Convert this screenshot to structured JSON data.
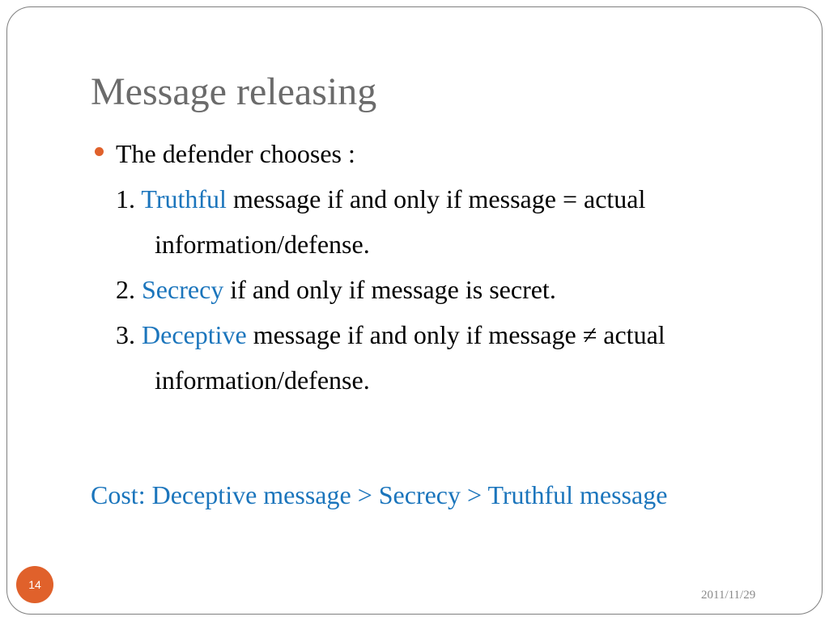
{
  "slide": {
    "title": "Message releasing",
    "bullet_text": "The defender chooses :",
    "items": [
      {
        "number": "1. ",
        "keyword": "Truthful",
        "rest": " message if and only if message = actual",
        "continuation": "information/defense."
      },
      {
        "number": "2. ",
        "keyword": "Secrecy",
        "rest": " if and only if message is secret."
      },
      {
        "number": "3. ",
        "keyword": "Deceptive",
        "rest": " message if and only if message ≠ actual",
        "continuation": "information/defense."
      }
    ],
    "cost_line": "Cost: Deceptive message > Secrecy > Truthful message",
    "page_number": "14",
    "date": "2011/11/29"
  },
  "colors": {
    "accent": "#e0612b",
    "keyword_blue": "#1b75bc",
    "title_gray": "#6b6b6b",
    "frame_border": "#7f7f7f"
  }
}
